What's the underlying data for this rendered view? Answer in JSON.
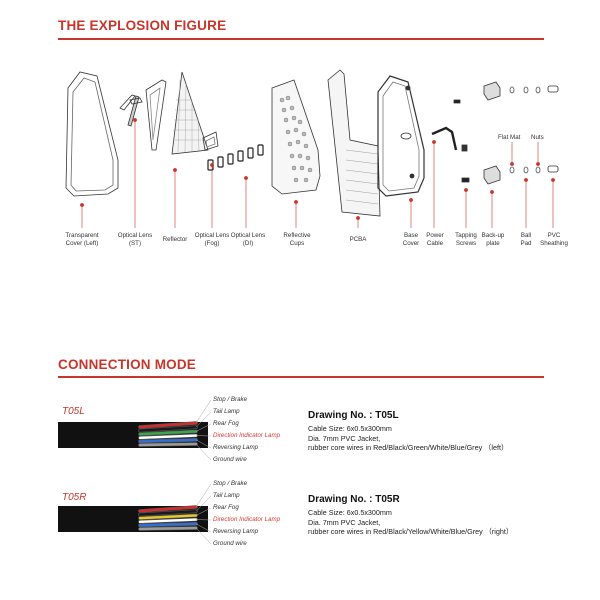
{
  "explosion": {
    "title": "THE EXPLOSION FIGURE",
    "parts": [
      {
        "line1": "Transparent",
        "line2": "Cover (Left)"
      },
      {
        "line1": "Optical Lens",
        "line2": "(ST)"
      },
      {
        "line1": "Reflector",
        "line2": ""
      },
      {
        "line1": "Optical Lens",
        "line2": "(Fog)"
      },
      {
        "line1": "Optical Lens",
        "line2": "(DI)"
      },
      {
        "line1": "Reflective",
        "line2": "Cups"
      },
      {
        "line1": "PCBA",
        "line2": ""
      },
      {
        "line1": "Base",
        "line2": "Cover"
      },
      {
        "line1": "Power",
        "line2": "Cable"
      },
      {
        "line1": "Tapping",
        "line2": "Screws"
      },
      {
        "line1": "Back-up",
        "line2": "plate"
      },
      {
        "line1": "Ball",
        "line2": "Pad"
      },
      {
        "line1": "PVC",
        "line2": "Sheathing"
      }
    ],
    "flat_mat": "Flat Mat",
    "nuts": "Nuts"
  },
  "connection": {
    "title": "CONNECTION MODE",
    "wire_labels": [
      "Stop / Brake",
      "Tail Lamp",
      "Rear Fog",
      "Direction Indicator Lamp",
      "Reversing Lamp",
      "Ground wire"
    ],
    "left": {
      "variant": "T05L",
      "drawing": "Drawing No. : T05L",
      "spec1": "Cable Size: 6x0.5x300mm",
      "spec2": "Dia. 7mm  PVC Jacket,",
      "spec3": "rubber core wires in Red/Black/Green/White/Blue/Grey （left）",
      "wire_colors": [
        "#d22b2b",
        "#1a1a1a",
        "#3aa54a",
        "#ffffff",
        "#2f6fd6",
        "#9a9a9a"
      ]
    },
    "right": {
      "variant": "T05R",
      "drawing": "Drawing No. : T05R",
      "spec1": "Cable Size: 6x0.5x300mm",
      "spec2": "Dia. 7mm  PVC Jacket,",
      "spec3": "rubber core wires in Red/Black/Yellow/White/Blue/Grey （right）",
      "wire_colors": [
        "#d22b2b",
        "#1a1a1a",
        "#e5c92a",
        "#ffffff",
        "#2f6fd6",
        "#9a9a9a"
      ]
    }
  }
}
